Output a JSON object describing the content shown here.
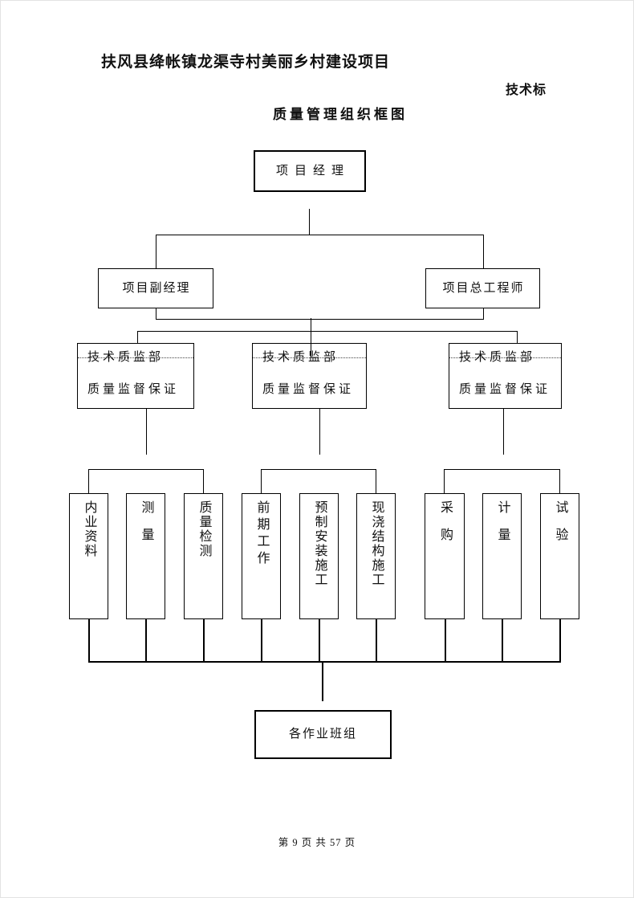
{
  "page": {
    "project_title": "扶风县绛帐镇龙渠寺村美丽乡村建设项目",
    "bid_type": "技术标",
    "diagram_title": "质量管理组织框图",
    "page_footer": "第 9 页 共 57 页"
  },
  "org": {
    "root": "项目经理",
    "level2": [
      "项目副经理",
      "项目总工程师"
    ],
    "level3": [
      {
        "line1": "技术质监部",
        "line2": "质量监督保证"
      },
      {
        "line1": "技术质监部",
        "line2": "质量监督保证"
      },
      {
        "line1": "技术质监部",
        "line2": "质量监督保证"
      }
    ],
    "level4": [
      [
        "内业资料",
        "测量",
        "质量检测"
      ],
      [
        "前期工作",
        "预制安装施工",
        "现浇结构施工"
      ],
      [
        "采购",
        "计量",
        "试验"
      ]
    ],
    "bottom": "各作业班组"
  }
}
